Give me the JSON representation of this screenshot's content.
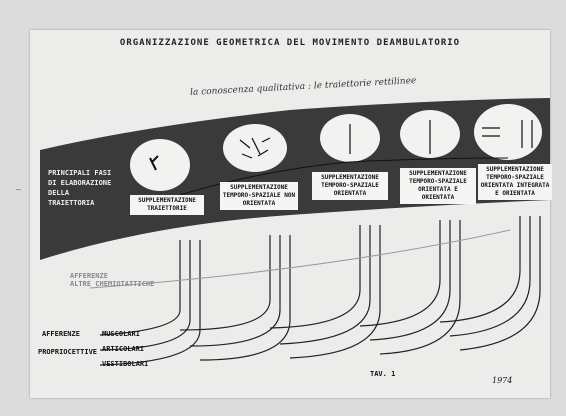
{
  "title": "ORGANIZZAZIONE GEOMETRICA DEL MOVIMENTO DEAMBULATORIO",
  "subtitle": "la conoscenza qualitativa : le traiettorie rettilinee",
  "band_label": "la conoscenza qualitativa",
  "left_labels": [
    "PRINCIPALI FASI",
    "DI ELABORAZIONE",
    "DELLA",
    "TRAIETTORIA"
  ],
  "stages": [
    {
      "label": "SUPPLEMENTAZIONE TRAIETTORIE"
    },
    {
      "label": "SUPPLEMENTAZIONE TEMPORO-SPAZIALE NON ORIENTATA"
    },
    {
      "label": "SUPPLEMENTAZIONE TEMPORO-SPAZIALE ORIENTATA"
    },
    {
      "label": "SUPPLEMENTAZIONE TEMPORO-SPAZIALE ORIENTATA E ORIENTATA"
    },
    {
      "label": "SUPPLEMENTAZIONE TEMPORO-SPAZIALE ORIENTATA INTEGRATA E ORIENTATA"
    }
  ],
  "afferents_note": [
    "AFFERENZE",
    "ALTRE CHEMIOTATTICHE"
  ],
  "afferenze_label": "AFFERENZE",
  "propriocettive_label": "PROPRIOCETTIVE",
  "sources": [
    "MUSCOLARI",
    "ARTICOLARI",
    "VESTIBOLARI"
  ],
  "plate": "TAV. 1",
  "signature": "1974",
  "side_mark": "—"
}
